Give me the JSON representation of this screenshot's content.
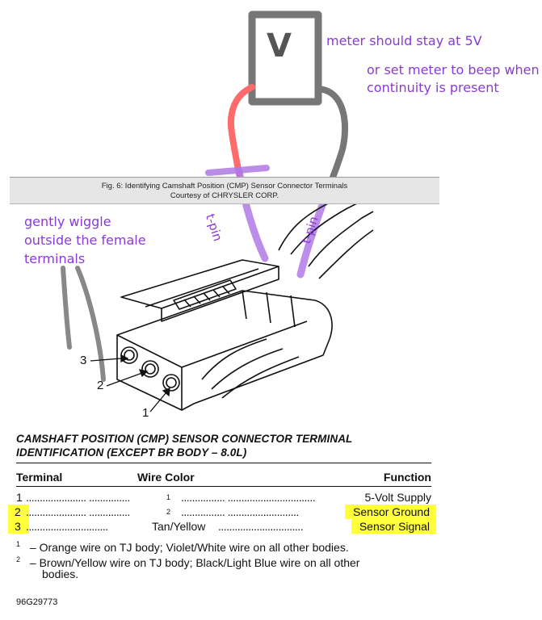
{
  "annotations": {
    "meter_line1": "meter should stay at 5V",
    "meter_line2": "or set meter to beep when",
    "meter_line3": "continuity is present",
    "wiggle_line1": "gently wiggle",
    "wiggle_line2": "outside the female",
    "wiggle_line3": "terminals",
    "meter_symbol": "V",
    "tpin_left": "t-pin",
    "tpin_right": "t-pin"
  },
  "figure": {
    "caption_line1": "Fig. 6: Identifying Camshaft Position (CMP) Sensor Connector Terminals",
    "caption_line2": "Courtesy of CHRYSLER CORP.",
    "terminal_labels": [
      "3",
      "2",
      "1"
    ],
    "figure_code": "96G29773"
  },
  "table": {
    "title_line1": "CAMSHAFT POSITION (CMP) SENSOR CONNECTOR TERMINAL",
    "title_line2": "IDENTIFICATION (EXCEPT BR BODY – 8.0L)",
    "headers": {
      "terminal": "Terminal",
      "wire_color": "Wire Color",
      "function": "Function"
    },
    "rows": [
      {
        "terminal": "1",
        "dots1": "......................  ...............",
        "wire": "1",
        "dots2": "................  ................................",
        "function": "5-Volt Supply",
        "highlight": false
      },
      {
        "terminal": "2",
        "dots1": "......................  ...............",
        "wire": "2",
        "dots2": "................  ..........................",
        "function": "Sensor Ground",
        "highlight": true
      },
      {
        "terminal": "3",
        "dots1": "..............................",
        "wire": "Tan/Yellow",
        "dots2": "...............................",
        "function": "Sensor Signal",
        "highlight": true
      }
    ],
    "footnotes": [
      {
        "mark": "1",
        "text": "–  Orange wire on TJ body; Violet/White wire on all other bodies."
      },
      {
        "mark": "2",
        "text_line1": "–  Brown/Yellow wire on TJ body; Black/Light Blue wire on all other",
        "text_line2": "bodies."
      }
    ]
  },
  "colors": {
    "annotation": "#8a3ad6",
    "highlight": "#ffff3a",
    "meter_gray": "#777777",
    "probe_red": "#ff6b6b"
  }
}
